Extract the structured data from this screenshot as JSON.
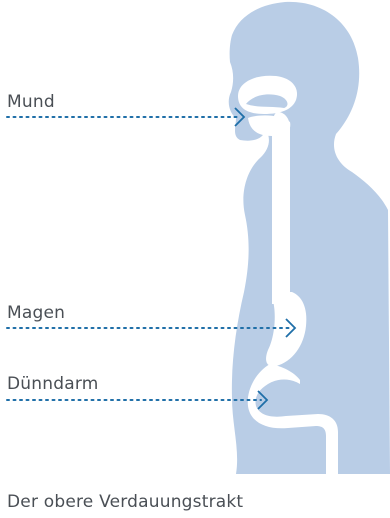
{
  "labels": {
    "mouth": "Mund",
    "stomach": "Magen",
    "small_intestine": "Dünndarm"
  },
  "caption": "Der obere Verdauungstrakt",
  "colors": {
    "body": "#b9cde6",
    "organs": "#ffffff",
    "pointer": "#1f6fa8",
    "text": "#4a4f55"
  }
}
